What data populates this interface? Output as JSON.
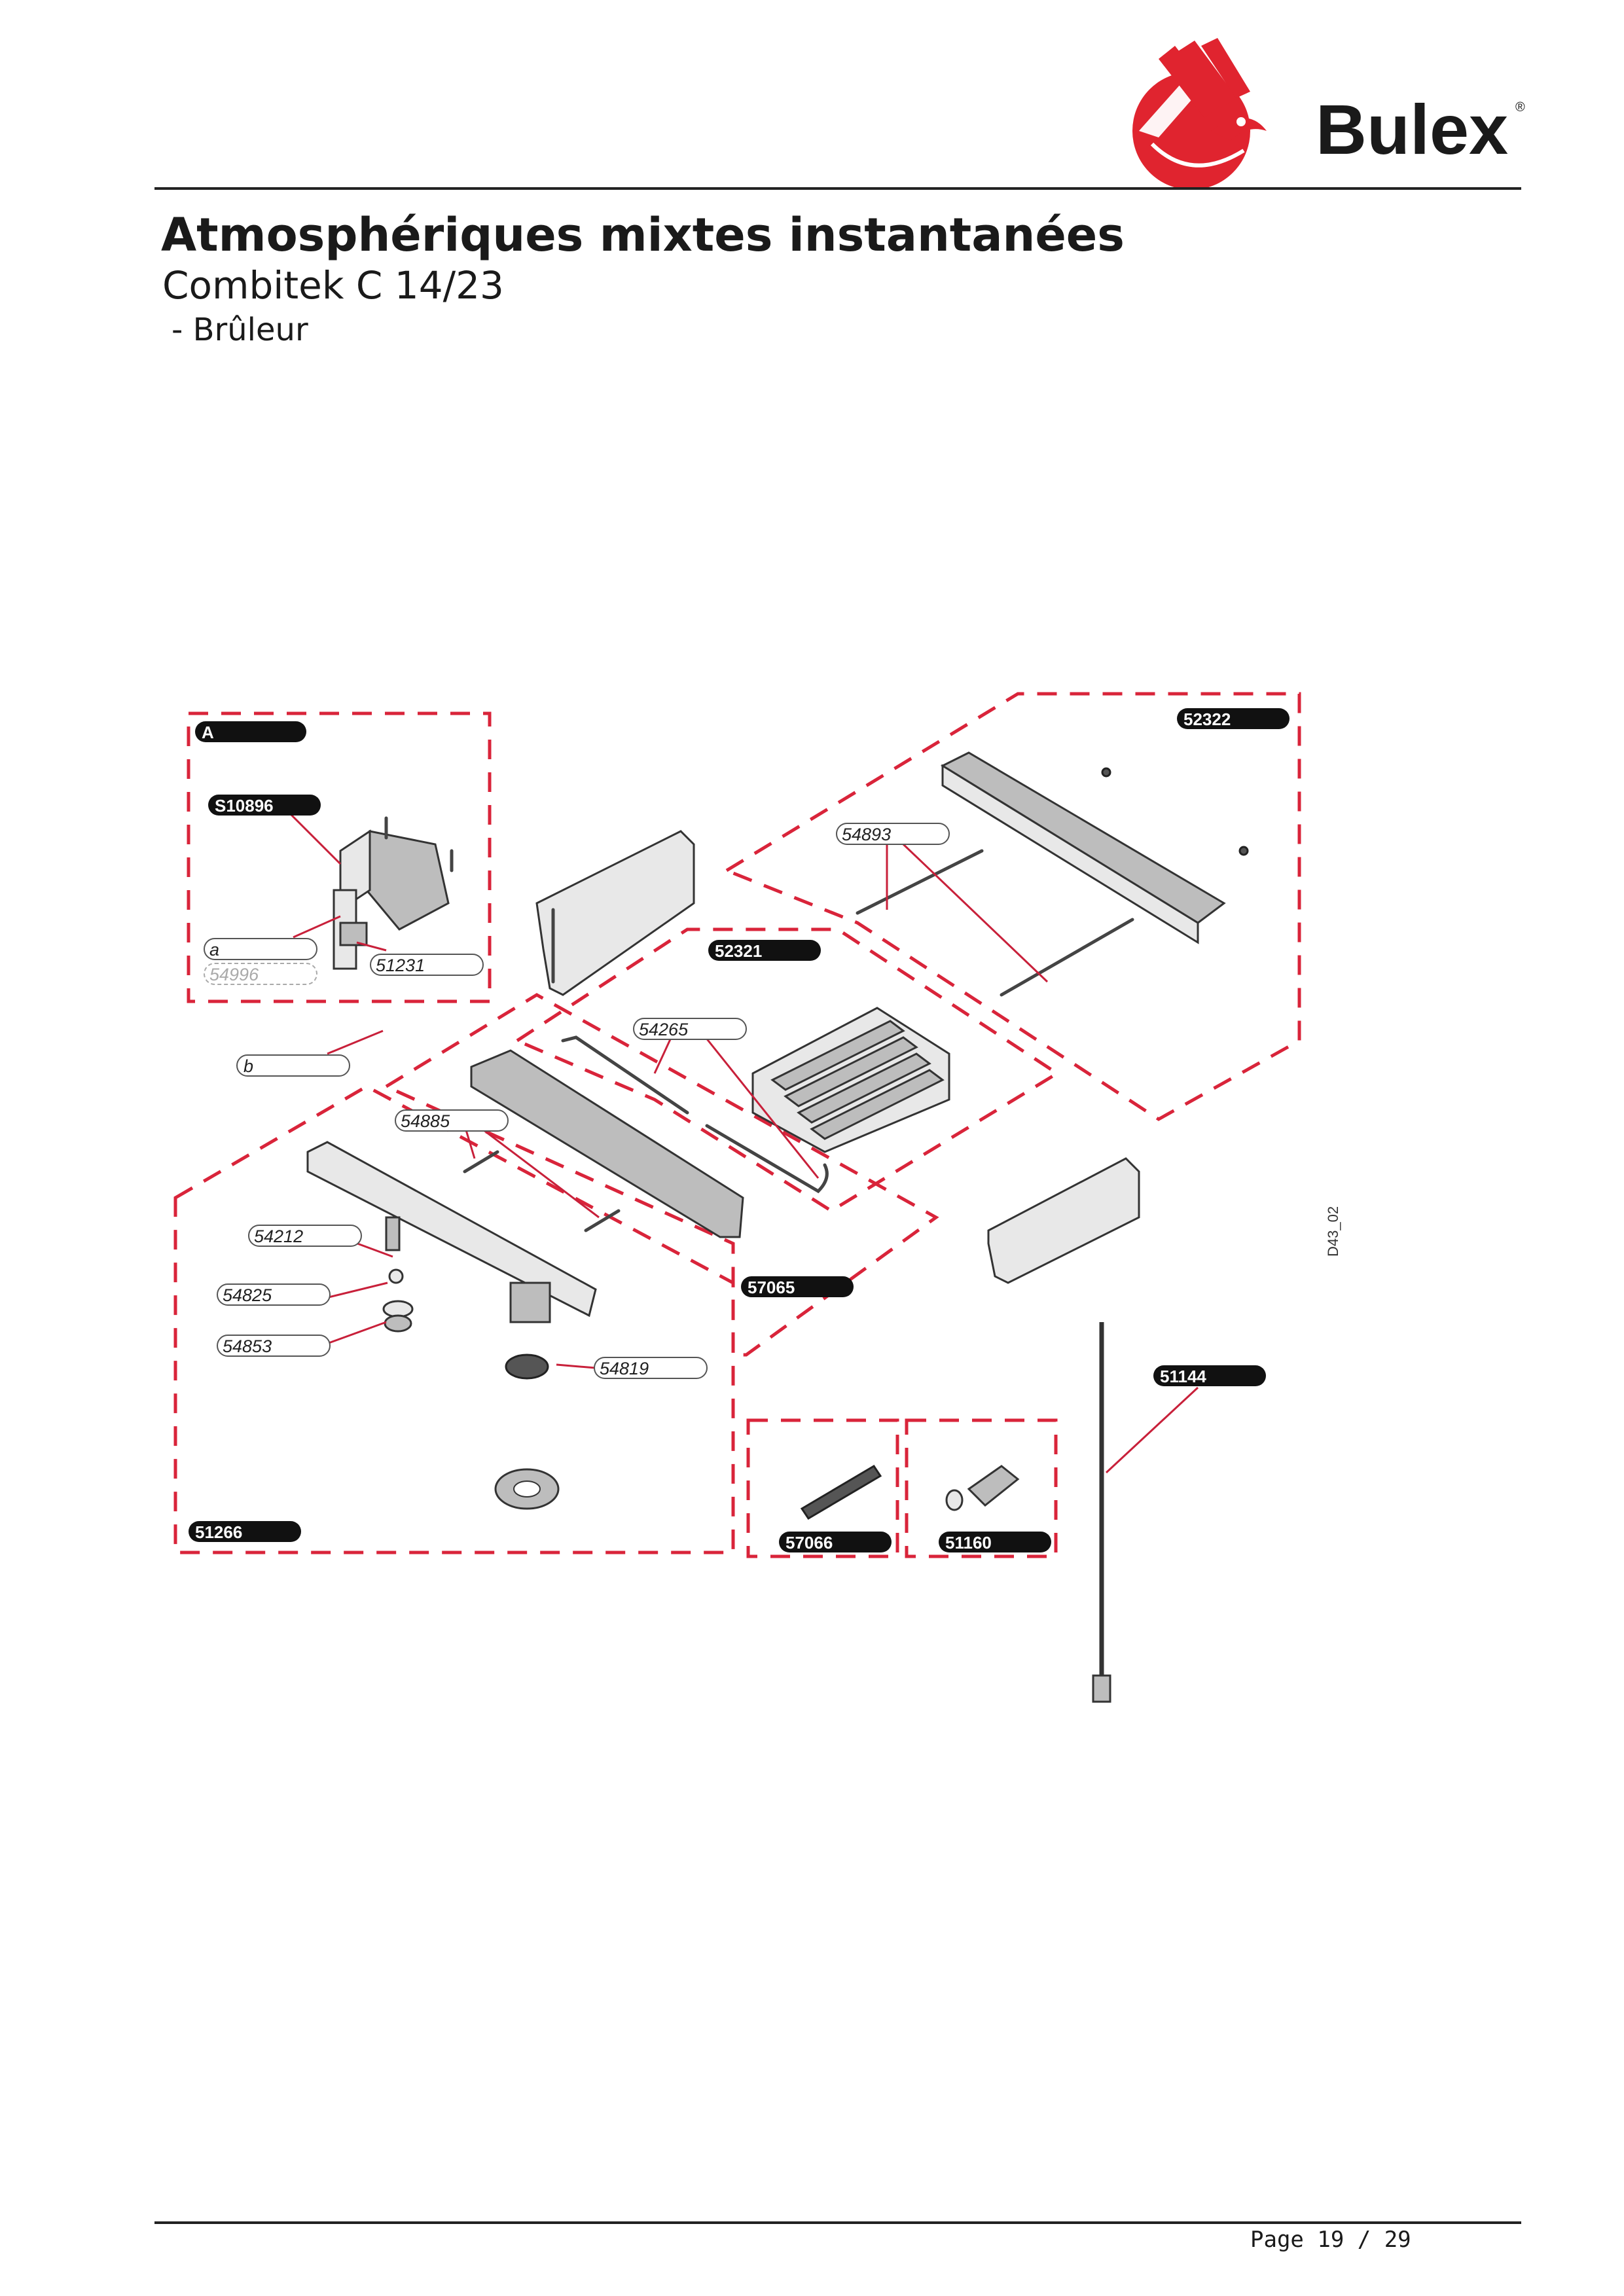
{
  "brand": {
    "name": "Bulex",
    "registered_mark": "®",
    "colors": {
      "brand_red": "#e0242f",
      "text": "#1a1a1a",
      "callout_red": "#d9243a"
    }
  },
  "header": {
    "title": "Atmosphériques mixtes instantanées",
    "model": "Combitek C 14/23",
    "section": " - Brûleur"
  },
  "diagram": {
    "drawing_code": "D43_02",
    "tags": {
      "A": "A",
      "S10896": "S10896",
      "a": "a",
      "p54996": "54996",
      "p51231": "51231",
      "b": "b",
      "p52322": "52322",
      "p54893": "54893",
      "p52321": "52321",
      "p54265": "54265",
      "p54885": "54885",
      "p54212": "54212",
      "p54825": "54825",
      "p54853": "54853",
      "p54819": "54819",
      "p57065": "57065",
      "p51144": "51144",
      "p51266": "51266",
      "p57066": "57066",
      "p51160": "51160"
    }
  },
  "footer": {
    "page": "Page 19 / 29"
  }
}
